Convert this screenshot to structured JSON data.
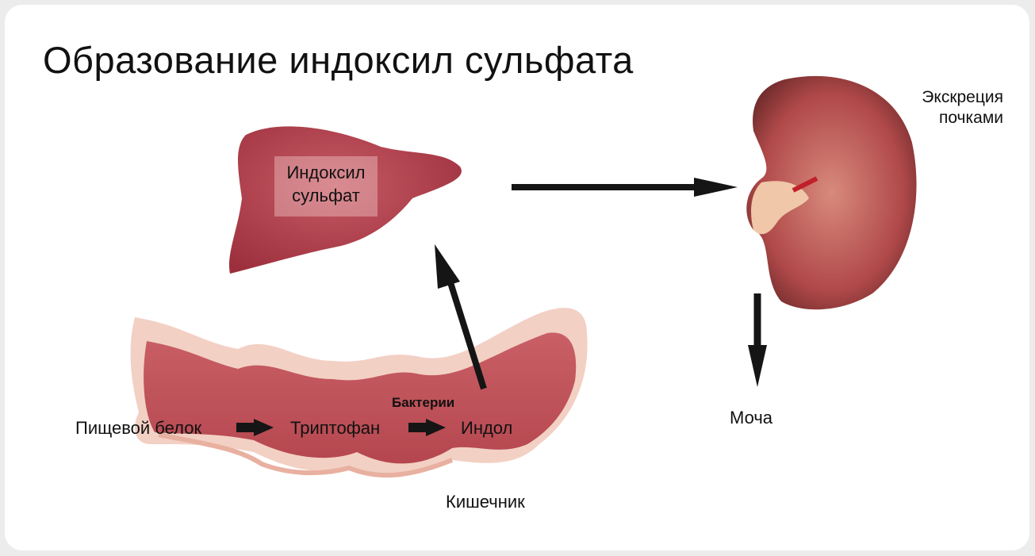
{
  "title": "Образование индоксил сульфата",
  "liver": {
    "line1": "Индоксил",
    "line2": "сульфат"
  },
  "kidney": {
    "line1": "Экскреция",
    "line2": "почками"
  },
  "urine": "Моча",
  "pathway": {
    "step1": "Пищевой белок",
    "step2": "Триптофан",
    "bacteria": "Бактерии",
    "step3": "Индол"
  },
  "intestine": "Кишечник"
}
